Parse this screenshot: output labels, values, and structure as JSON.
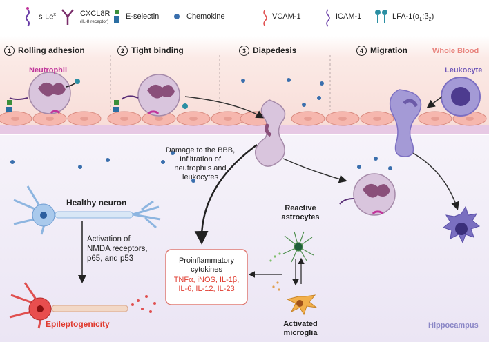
{
  "legend": [
    {
      "icon": "sle-x-icon",
      "label": "s-Le",
      "sup": "x"
    },
    {
      "icon": "cxcl8r-icon",
      "label": "CXCL8R",
      "sub": "(IL-8 receptor)"
    },
    {
      "icon": "e-selectin-icon",
      "label": "E-selectin"
    },
    {
      "icon": "chemokine-icon",
      "label": "Chemokine"
    },
    {
      "icon": "vcam-1-icon",
      "label": "VCAM-1"
    },
    {
      "icon": "icam-1-icon",
      "label": "ICAM-1"
    },
    {
      "icon": "lfa-1-icon",
      "label": "LFA-1(α",
      "label_sub1": "L",
      "label_mid": ":β",
      "label_sub2": "2",
      "label_end": ")"
    }
  ],
  "steps": [
    {
      "num": "1",
      "label": "Rolling adhesion"
    },
    {
      "num": "2",
      "label": "Tight binding"
    },
    {
      "num": "3",
      "label": "Diapedesis"
    },
    {
      "num": "4",
      "label": "Migration"
    }
  ],
  "regions": {
    "blood": "Whole Blood",
    "hippocampus": "Hippocampus"
  },
  "cells": {
    "neutrophil": "Neutrophil",
    "leukocyte": "Leukocyte"
  },
  "bbb_text": [
    "Damage to the BBB,",
    "Infiltration of",
    "neutrophils and",
    "leukocytes"
  ],
  "neuron": {
    "healthy": "Healthy neuron",
    "epilepto": "Epileptogenicity"
  },
  "activation_text": [
    "Activation of",
    "NMDA receptors,",
    "p65, and p53"
  ],
  "astro_label": [
    "Reactive",
    "astrocytes"
  ],
  "microglia_label": [
    "Activated",
    "microglia"
  ],
  "cytokines": {
    "title": [
      "Proinflammatory",
      "cytokines"
    ],
    "list": [
      "TNFα, iNOS, IL-1β,",
      "IL-6, IL-12, IL-23"
    ]
  },
  "colors": {
    "blood_bg": "#fbe9e6",
    "hippo_bg": "#efeaf7",
    "accent_red": "#e03b2f",
    "title_purple": "#c0349a",
    "leuko_purple": "#6e56b8",
    "cytokine_border": "#e07a72"
  }
}
